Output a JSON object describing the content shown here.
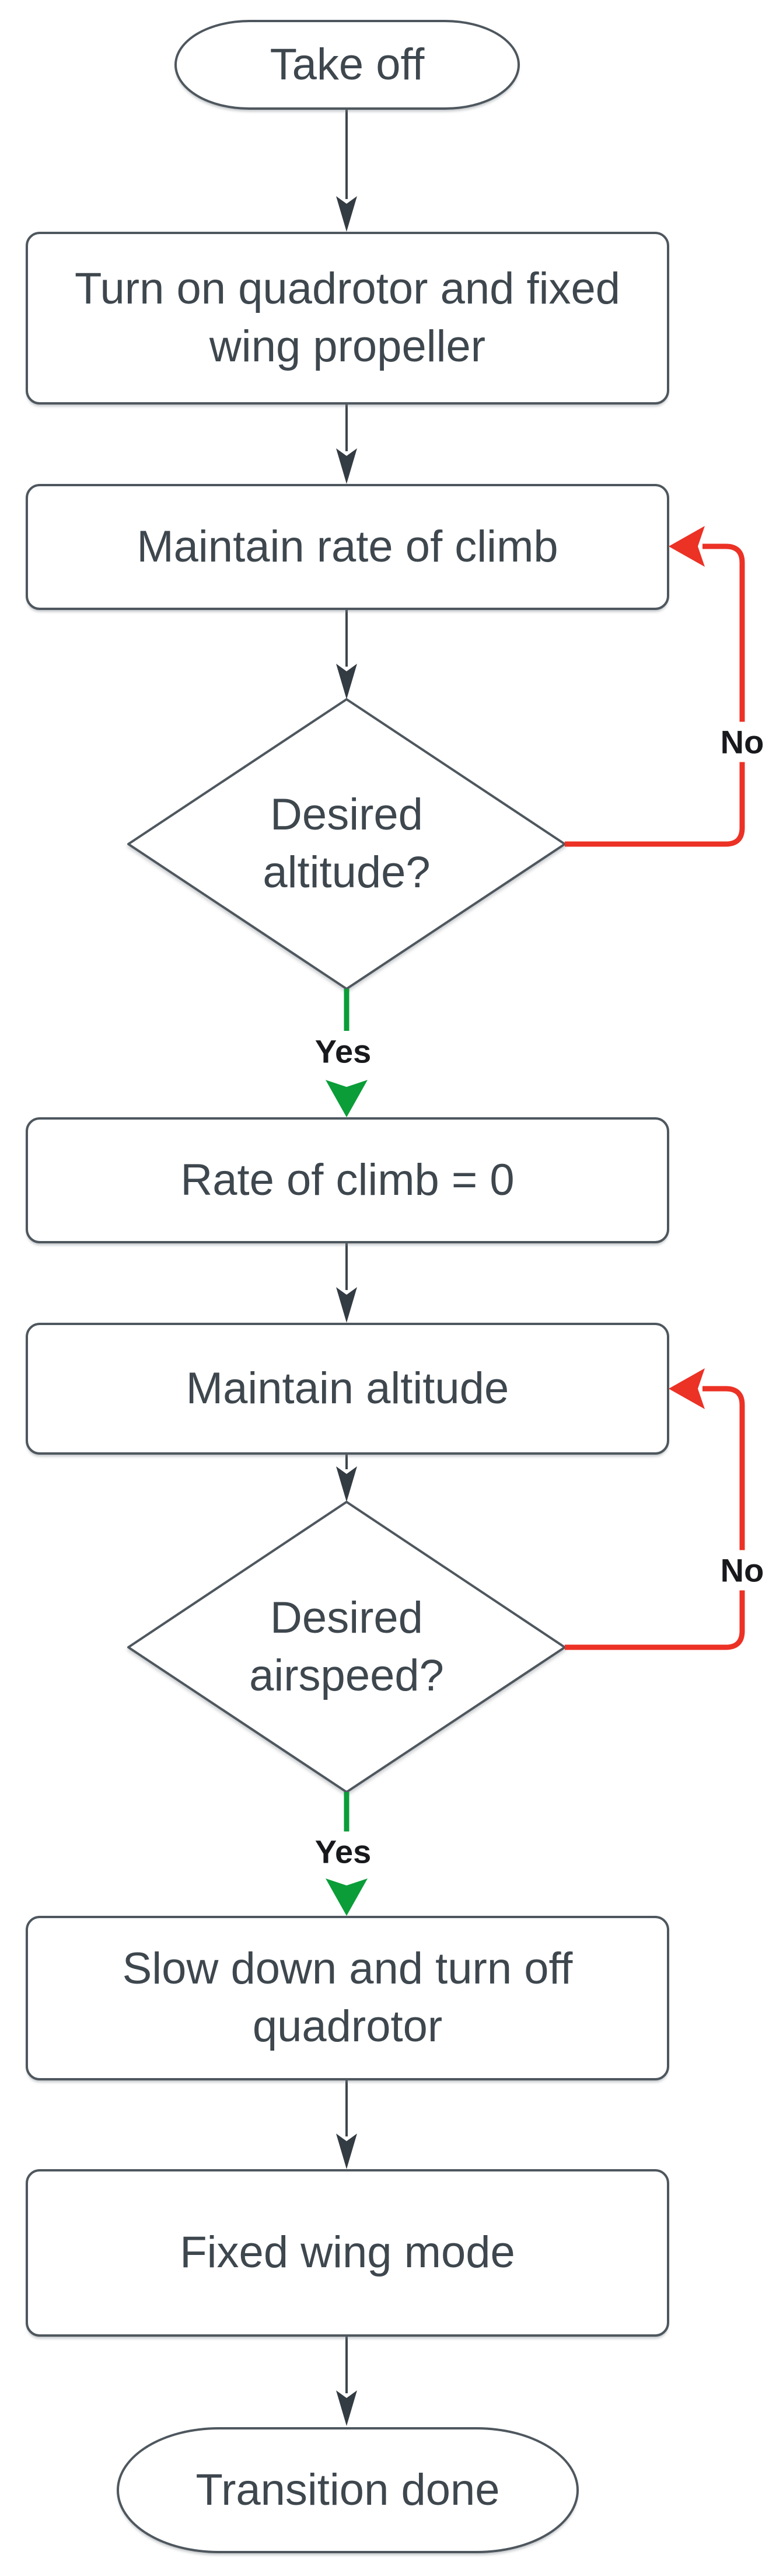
{
  "flowchart": {
    "nodes": {
      "take_off": {
        "label": "Take off",
        "shape": "terminator"
      },
      "turn_on_propellers": {
        "label": "Turn on quadrotor and fixed\nwing propeller",
        "shape": "process"
      },
      "maintain_rate_of_climb": {
        "label": "Maintain rate of climb",
        "shape": "process"
      },
      "desired_altitude": {
        "label": "Desired\naltitude?",
        "shape": "decision"
      },
      "rate_of_climb_zero": {
        "label": "Rate of climb = 0",
        "shape": "process"
      },
      "maintain_altitude": {
        "label": "Maintain altitude",
        "shape": "process"
      },
      "desired_airspeed": {
        "label": "Desired\nairspeed?",
        "shape": "decision"
      },
      "slow_down_turn_off_quadrotor": {
        "label": "Slow down and turn off\nquadrotor",
        "shape": "process"
      },
      "fixed_wing_mode": {
        "label": "Fixed wing mode",
        "shape": "process"
      },
      "transition_done": {
        "label": "Transition done",
        "shape": "terminator"
      }
    },
    "edge_labels": {
      "desired_altitude_no": "No",
      "desired_altitude_yes": "Yes",
      "desired_airspeed_no": "No",
      "desired_airspeed_yes": "Yes"
    },
    "colors": {
      "connector": "#3d464d",
      "no_loop_red": "#ec3125",
      "yes_branch_green": "#0a9d38",
      "shape_border": "#4e575e",
      "shape_fill": "#ffffff",
      "node_text": "#3e474e",
      "edge_label_text": "#17191c"
    }
  }
}
